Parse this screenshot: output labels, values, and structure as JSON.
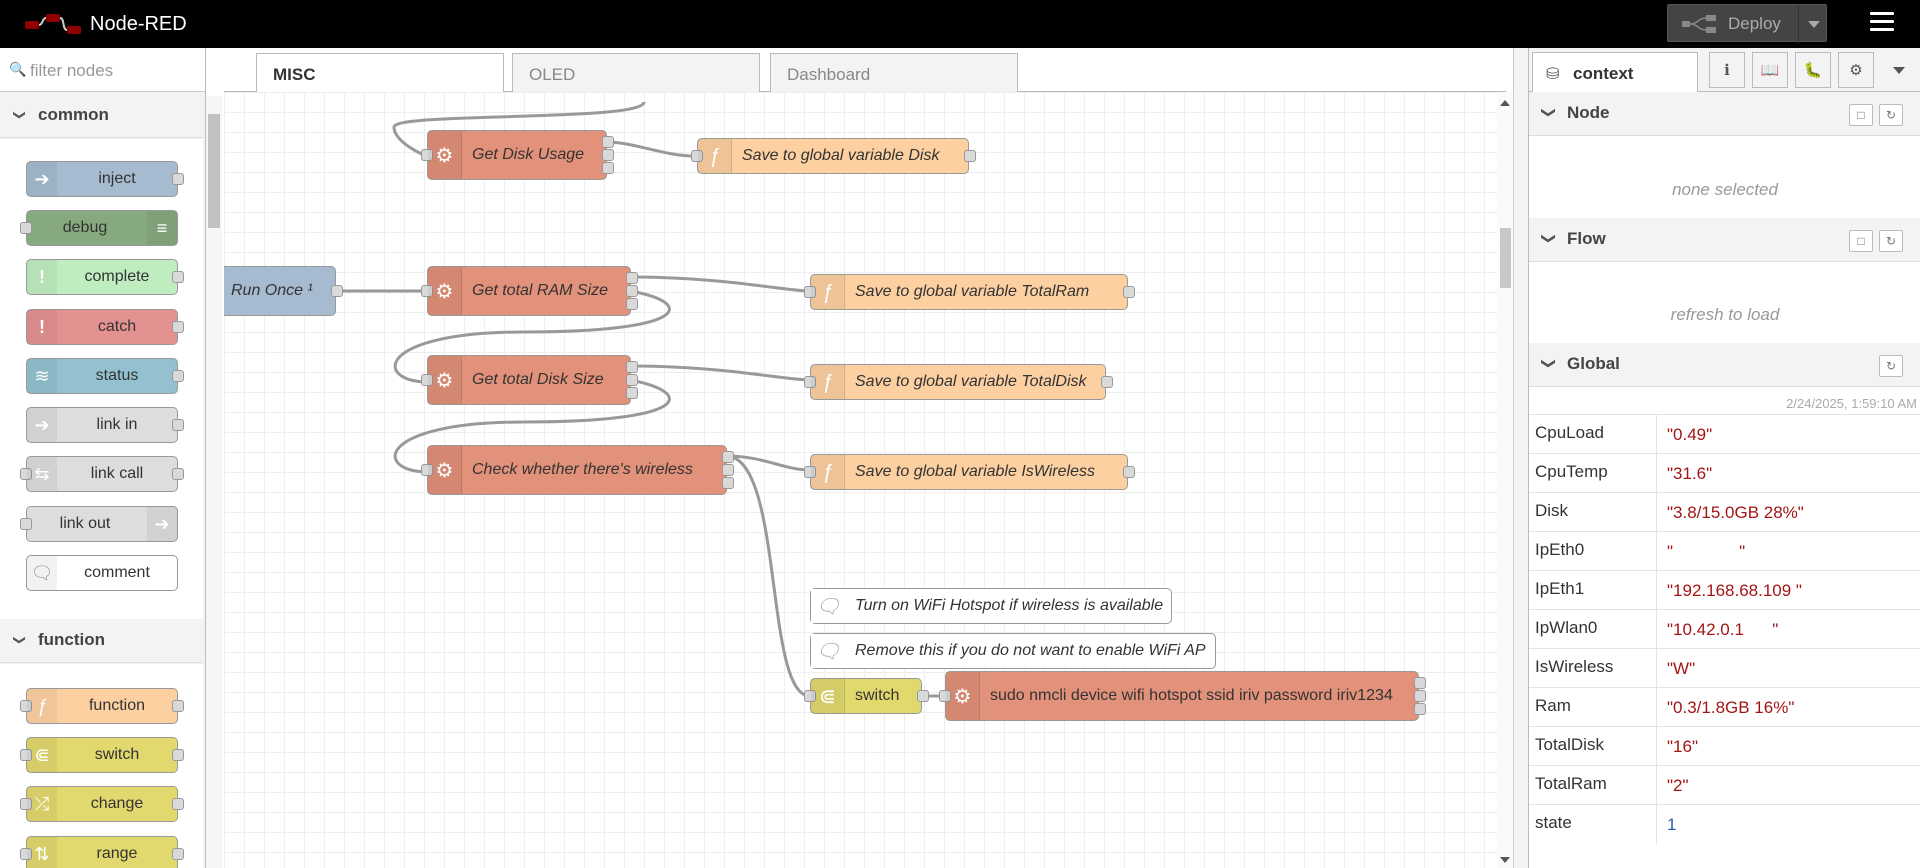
{
  "header": {
    "app_title": "Node-RED",
    "deploy_label": "Deploy"
  },
  "palette": {
    "filter_placeholder": "filter nodes",
    "categories": [
      {
        "name": "common",
        "nodes": [
          "inject",
          "debug",
          "complete",
          "catch",
          "status",
          "link in",
          "link call",
          "link out",
          "comment"
        ]
      },
      {
        "name": "function",
        "nodes": [
          "function",
          "switch",
          "change",
          "range"
        ]
      }
    ]
  },
  "workspace": {
    "tabs": [
      "MISC",
      "OLED",
      "Dashboard"
    ],
    "active_tab": "MISC",
    "nodes": {
      "run_once": "Run Once ¹",
      "get_disk_usage": "Get Disk Usage",
      "save_disk": "Save to global variable Disk",
      "get_ram": "Get total RAM Size",
      "save_total_ram": "Save to global variable TotalRam",
      "get_disk_size": "Get total Disk Size",
      "save_total_disk": "Save to global variable TotalDisk",
      "check_wireless": "Check whether there's wireless",
      "save_is_wireless": "Save to global variable IsWireless",
      "comment_hotspot": "Turn on WiFi Hotspot if wireless is available",
      "comment_remove": "Remove this if you do not want to enable WiFi AP",
      "switch": "switch",
      "hotspot_exec": "sudo nmcli device wifi hotspot ssid iriv password iriv1234"
    }
  },
  "sidebar": {
    "tab_label": "context",
    "sections": {
      "node": {
        "title": "Node",
        "placeholder": "none selected"
      },
      "flow": {
        "title": "Flow",
        "placeholder": "refresh to load"
      },
      "global": {
        "title": "Global",
        "timestamp": "2/24/2025, 1:59:10 AM"
      }
    },
    "global_vars": [
      {
        "key": "CpuLoad",
        "value": "\"0.49\""
      },
      {
        "key": "CpuTemp",
        "value": "\"31.6\""
      },
      {
        "key": "Disk",
        "value": "\"3.8/15.0GB 28%\""
      },
      {
        "key": "IpEth0",
        "value": "\"              \""
      },
      {
        "key": "IpEth1",
        "value": "\"192.168.68.109 \""
      },
      {
        "key": "IpWlan0",
        "value": "\"10.42.0.1      \""
      },
      {
        "key": "IsWireless",
        "value": "\"W\""
      },
      {
        "key": "Ram",
        "value": "\"0.3/1.8GB 16%\""
      },
      {
        "key": "TotalDisk",
        "value": "\"16\""
      },
      {
        "key": "TotalRam",
        "value": "\"2\""
      },
      {
        "key": "state",
        "value": "1"
      }
    ]
  },
  "colors": {
    "exec": "#e2917a",
    "function": "#fdd0a2",
    "inject": "#a6bbcf",
    "switch": "#e2d96e",
    "debug": "#87a980",
    "complete": "#c0edc0",
    "catch": "#e49191",
    "status": "#94c1d0",
    "link": "#dddddd"
  }
}
